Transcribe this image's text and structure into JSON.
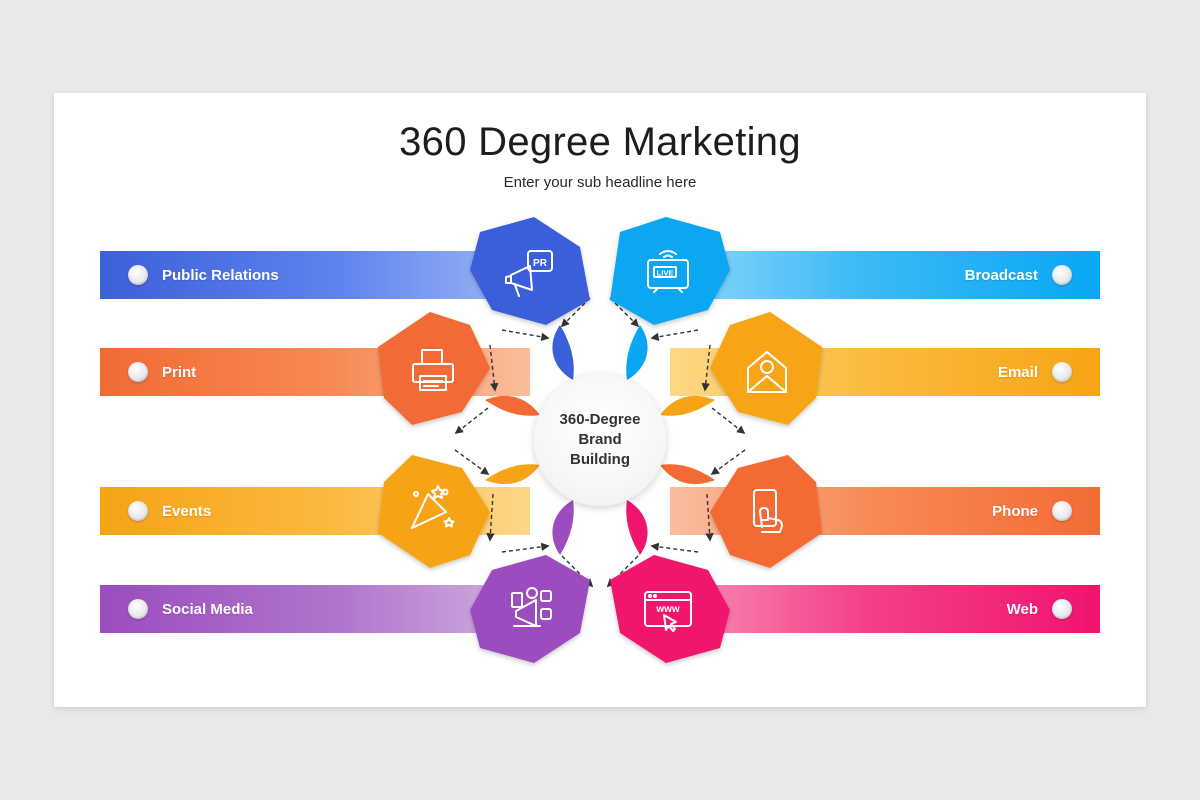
{
  "title": "360 Degree Marketing",
  "subtitle": "Enter your sub headline here",
  "hub": {
    "line1": "360-Degree",
    "line2": "Brand",
    "line3": "Building"
  },
  "channels": [
    {
      "label": "Public Relations",
      "icon": "megaphone-pr-icon",
      "color": "#3b5fd9"
    },
    {
      "label": "Print",
      "icon": "printer-icon",
      "color": "#f26a34"
    },
    {
      "label": "Events",
      "icon": "party-popper-icon",
      "color": "#f6a316"
    },
    {
      "label": "Social Media",
      "icon": "social-megaphone-icon",
      "color": "#9b4dbf"
    },
    {
      "label": "Broadcast",
      "icon": "live-tv-icon",
      "color": "#0aa6f3"
    },
    {
      "label": "Email",
      "icon": "envelope-icon",
      "color": "#f7a414"
    },
    {
      "label": "Phone",
      "icon": "smartphone-touch-icon",
      "color": "#f36b34"
    },
    {
      "label": "Web",
      "icon": "browser-www-icon",
      "color": "#f0146e"
    }
  ],
  "icon_text": {
    "pr": "PR",
    "live": "LIVE",
    "www": "www"
  }
}
